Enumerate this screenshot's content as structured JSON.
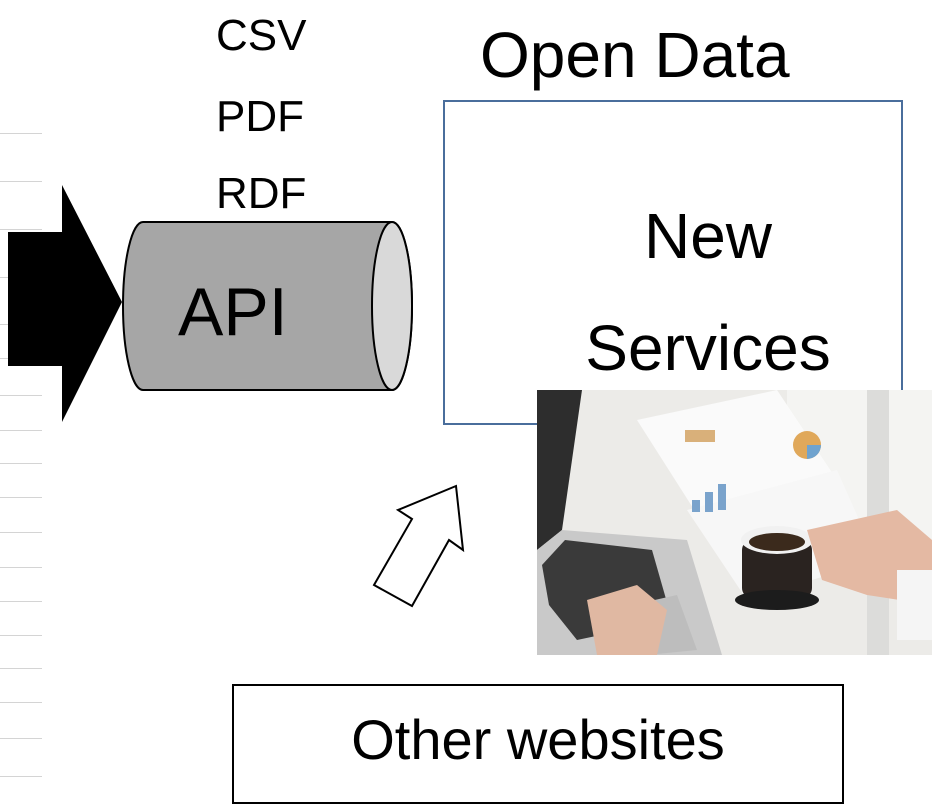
{
  "formats": [
    "CSV",
    "PDF",
    "RDF"
  ],
  "api_label": "API",
  "open_data_title": "Open Data",
  "services": {
    "line1": "New",
    "line2": "Services"
  },
  "other_websites": "Other websites",
  "colors": {
    "cylinder_body": "#a6a6a6",
    "cylinder_cap": "#d9d9d9",
    "box_border": "#4a6e9c",
    "arrow_fill": "#000000"
  },
  "icons": {
    "photo": "laptop-coffee-photo",
    "hollow_arrow": "up-right-arrow-icon"
  }
}
